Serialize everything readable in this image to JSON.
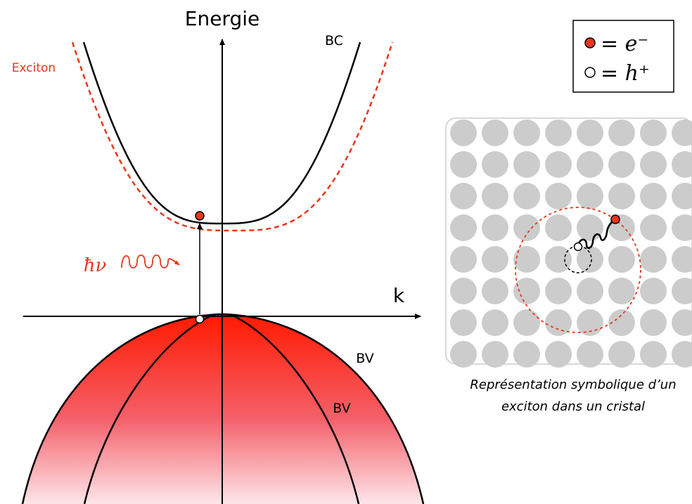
{
  "axes": {
    "energy_label": "Energie",
    "k_label": "k"
  },
  "bands": {
    "conduction_label": "BC",
    "exciton_label": "Exciton",
    "valence_outer_label": "BV",
    "valence_inner_label": "BV"
  },
  "photon": {
    "label": "ħν"
  },
  "legend": {
    "electron_text": "= e⁻",
    "hole_text": "= h⁺"
  },
  "crystal": {
    "rows": 8,
    "cols": 8,
    "caption_line1": "Représentation symbolique d’un",
    "caption_line2": "exciton dans un cristal"
  },
  "colors": {
    "exciton_red": "#e8361c",
    "atom_gray": "#cccccc",
    "ink": "#000000"
  }
}
